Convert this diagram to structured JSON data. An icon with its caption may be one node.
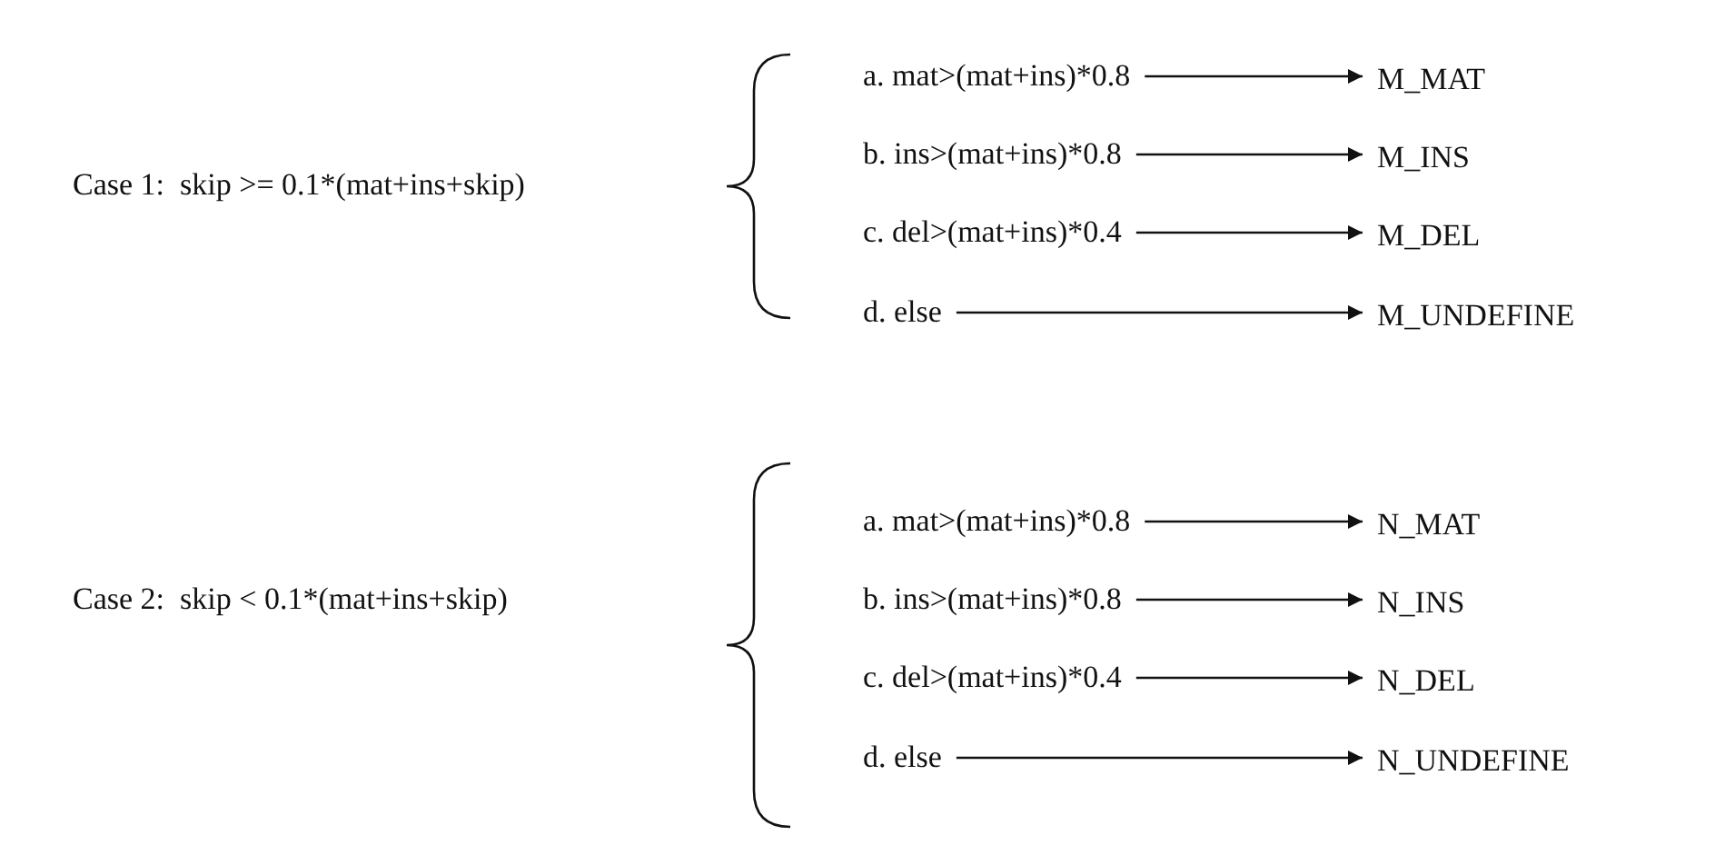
{
  "diagram": {
    "nodes": [
      {
        "text": [
          "a. mat>(mat+ins)*0.8"
        ]
      },
      {
        "text": [
          "M_MAT"
        ]
      },
      {
        "text": [
          "b. ins>(mat+ins)*0.8"
        ]
      },
      {
        "text": [
          "M_INS"
        ]
      },
      {
        "text": [
          "c. del>(mat+ins)*0.4"
        ]
      },
      {
        "text": [
          "M_DEL"
        ]
      },
      {
        "text": [
          "d. else"
        ]
      },
      {
        "text": [
          "M_UNDEFINE"
        ]
      },
      {
        "text": [
          "a. mat>(mat+ins)*0.8"
        ]
      },
      {
        "text": [
          "N_MAT"
        ]
      },
      {
        "text": [
          "b. ins>(mat+ins)*0.8"
        ]
      },
      {
        "text": [
          "N_INS"
        ]
      },
      {
        "text": [
          "c. del>(mat+ins)*0.4"
        ]
      },
      {
        "text": [
          "N_DEL"
        ]
      },
      {
        "text": [
          "d. else"
        ]
      },
      {
        "text": [
          "N_UNDEFINE"
        ]
      }
    ],
    "edges": [
      {
        "from": 0,
        "to": 1,
        "arrow": "to"
      },
      {
        "from": 2,
        "to": 3,
        "arrow": "to"
      },
      {
        "from": 4,
        "to": 5,
        "arrow": "to"
      },
      {
        "from": 6,
        "to": 7,
        "arrow": "to"
      },
      {
        "from": 8,
        "to": 9,
        "arrow": "to"
      },
      {
        "from": 10,
        "to": 11,
        "arrow": "to"
      },
      {
        "from": 12,
        "to": 13,
        "arrow": "to"
      },
      {
        "from": 14,
        "to": 15,
        "arrow": "to"
      }
    ],
    "labels": [
      "Case 1:  skip >= 0.1*(mat+ins+skip)",
      "Case 2:  skip < 0.1*(mat+ins+skip)"
    ]
  }
}
